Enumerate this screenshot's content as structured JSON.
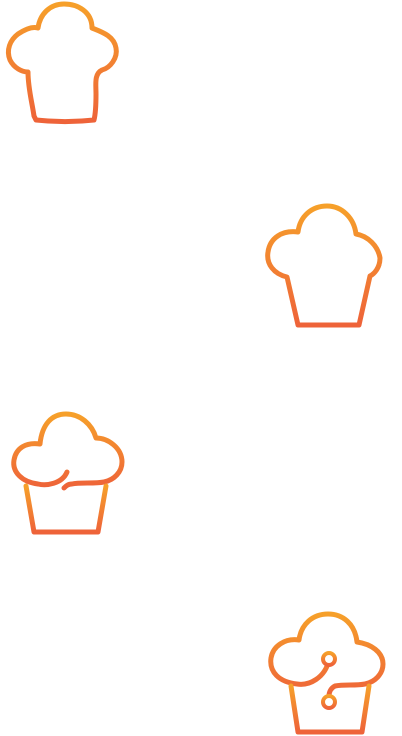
{
  "icons": [
    {
      "id": "hat-1",
      "name": "chef-hat-icon",
      "variant": "chef hat"
    },
    {
      "id": "hat-2",
      "name": "chef-hat-icon",
      "variant": "chef hat"
    },
    {
      "id": "hat-3",
      "name": "chef-hat-icon",
      "variant": "chef hat, partially assembled"
    },
    {
      "id": "hat-4",
      "name": "chef-hat-icon",
      "variant": "chef hat with connector"
    }
  ],
  "colors": {
    "background": "#ffffff",
    "gradient_top": "#F6A02A",
    "gradient_bottom": "#EE6339"
  }
}
